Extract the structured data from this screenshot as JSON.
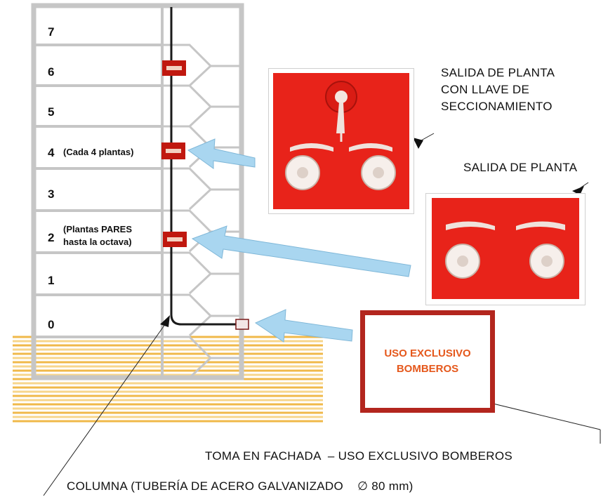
{
  "floors": [
    {
      "label": "7"
    },
    {
      "label": "6"
    },
    {
      "label": "5"
    },
    {
      "label": "4",
      "note": "(Cada 4 plantas)"
    },
    {
      "label": "3"
    },
    {
      "label": "2",
      "note_line1": "(Plantas PARES",
      "note_line2": "hasta la octava)"
    },
    {
      "label": "1"
    },
    {
      "label": "0"
    }
  ],
  "callouts": {
    "outlet_valve_line1": "SALIDA DE PLANTA",
    "outlet_valve_line2": "CON LLAVE DE",
    "outlet_valve_line3": "SECCIONAMIENTO",
    "outlet": "SALIDA DE PLANTA",
    "sign_line1": "USO EXCLUSIVO",
    "sign_line2": "BOMBEROS",
    "facade_inlet": "TOMA EN FACHADA  – USO EXCLUSIVO BOMBEROS",
    "column": "COLUMNA (TUBERÍA DE ACERO GALVANIZADO    ∅ 80 mm)"
  },
  "colors": {
    "building_gray": "#c8c8c8",
    "cabinet_red": "#e8231a",
    "ground_yellow": "#f2c15a",
    "arrow_blue": "#a9d6f0",
    "sign_border": "#b3261e",
    "sign_text": "#e5581c"
  }
}
